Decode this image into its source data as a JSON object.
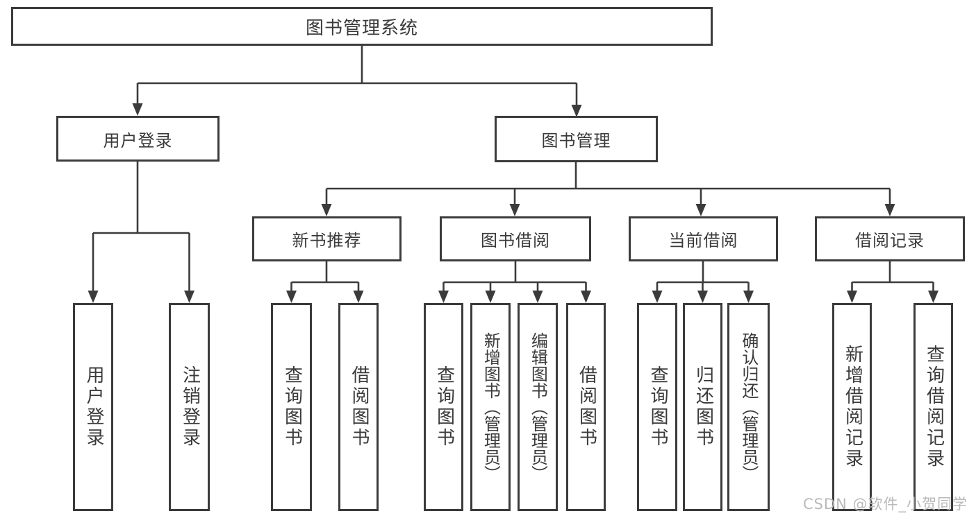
{
  "diagram_title": "图书管理系统",
  "nodes": {
    "root": "图书管理系统",
    "user_login": "用户登录",
    "book_mgmt": "图书管理",
    "new_book_rec": "新书推荐",
    "book_borrow": "图书借阅",
    "current_borrow": "当前借阅",
    "borrow_records": "借阅记录",
    "leaf_user_login": "用户登录",
    "leaf_logout": "注销登录",
    "leaf_rec_query_books": "查询图书",
    "leaf_rec_borrow_books": "借阅图书",
    "leaf_bor_query_books": "查询图书",
    "leaf_bor_add_books": "新增图书（管理员）",
    "leaf_bor_edit_books": "编辑图书（管理员）",
    "leaf_bor_borrow_books": "借阅图书",
    "leaf_cur_query_books": "查询图书",
    "leaf_cur_return_books": "归还图书",
    "leaf_cur_confirm_return": "确认归还（管理员）",
    "leaf_brec_add_record": "新增借阅记录",
    "leaf_brec_query_record": "查询借阅记录"
  },
  "watermark": "CSDN @软件_小贺同学",
  "colors": {
    "line": "#3b3b3b",
    "box_border": "#3b3b3b",
    "text": "#3a3a3a",
    "watermark": "#b9b9b9",
    "background": "#ffffff"
  }
}
